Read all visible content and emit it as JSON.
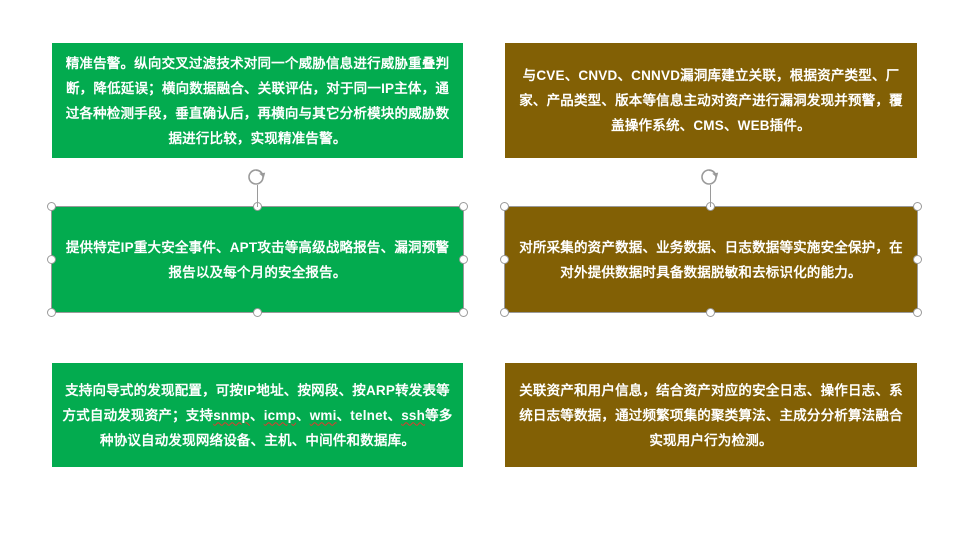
{
  "slide": {
    "background_color": "#ffffff",
    "colors": {
      "green": "#03ab4f",
      "olive": "#826005",
      "text": "#ffffff",
      "handle_border": "#9a9a9a",
      "handle_fill": "#ffffff",
      "spellcheck_underline": "#e03a2f"
    }
  },
  "shapes": [
    {
      "id": "shape-threat-alert",
      "name": "精准告警",
      "fill": "#03ab4f",
      "selected": false,
      "text": "精准告警。纵向交叉过滤技术对同一个威胁信息进行威胁重叠判断，降低延误；横向数据融合、关联评估，对于同一IP主体，通过各种检测手段，垂直确认后，再横向与其它分析模块的威胁数据进行比较，实现精准告警。"
    },
    {
      "id": "shape-vuln-db",
      "name": "漏洞库关联",
      "fill": "#826005",
      "selected": false,
      "text": "与CVE、CNVD、CNNVD漏洞库建立关联，根据资产类型、厂家、产品类型、版本等信息主动对资产进行漏洞发现并预警，覆盖操作系统、CMS、WEB插件。"
    },
    {
      "id": "shape-reports",
      "name": "安全报告",
      "fill": "#03ab4f",
      "selected": true,
      "text": "提供特定IP重大安全事件、APT攻击等高级战略报告、漏洞预警报告以及每个月的安全报告。"
    },
    {
      "id": "shape-data-protection",
      "name": "数据安全保护",
      "fill": "#826005",
      "selected": true,
      "text": "对所采集的资产数据、业务数据、日志数据等实施安全保护，在对外提供数据时具备数据脱敏和去标识化的能力。"
    },
    {
      "id": "shape-asset-discovery",
      "name": "资产发现",
      "fill": "#03ab4f",
      "selected": false,
      "text_parts": [
        {
          "t": "支持向导式的发现配置，可按IP地址、按网段、按ARP转发表等方式自动发现资产；支持",
          "spell": false
        },
        {
          "t": "snmp",
          "spell": true
        },
        {
          "t": "、",
          "spell": false
        },
        {
          "t": "icmp",
          "spell": true
        },
        {
          "t": "、",
          "spell": false
        },
        {
          "t": "wmi",
          "spell": true
        },
        {
          "t": "、telnet、",
          "spell": false
        },
        {
          "t": "ssh",
          "spell": true
        },
        {
          "t": "等多种协议自动发现网络设备、主机、中间件和数据库。",
          "spell": false
        }
      ]
    },
    {
      "id": "shape-user-behavior",
      "name": "用户行为检测",
      "fill": "#826005",
      "selected": false,
      "text": "关联资产和用户信息，结合资产对应的安全日志、操作日志、系统日志等数据，通过频繁项集的聚类算法、主成分分析算法融合实现用户行为检测。"
    }
  ],
  "handles": {
    "rotation_icon": "rotate-icon",
    "positions": [
      "top-left",
      "top-center",
      "top-right",
      "middle-left",
      "middle-right",
      "bottom-left",
      "bottom-center",
      "bottom-right"
    ]
  }
}
